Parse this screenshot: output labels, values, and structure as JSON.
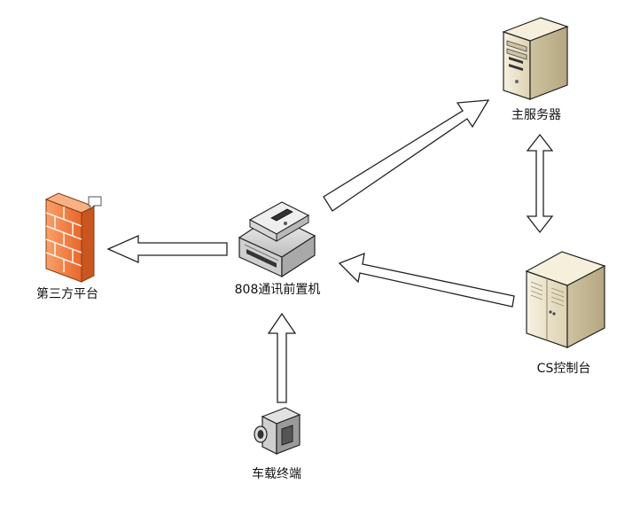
{
  "nodes": {
    "gateway": {
      "label": "808通讯前置机",
      "icon": "printer-gateway-icon"
    },
    "main_server": {
      "label": "主服务器",
      "icon": "tower-server-icon"
    },
    "cs_console": {
      "label": "CS控制台",
      "icon": "server-cabinet-icon"
    },
    "third_party": {
      "label": "第三方平台",
      "icon": "firewall-icon"
    },
    "vehicle_terminal": {
      "label": "车载终端",
      "icon": "camcorder-icon"
    }
  },
  "connections": [
    {
      "from": "gateway",
      "to": "main_server"
    },
    {
      "from": "main_server",
      "to": "cs_console",
      "bidirectional": true
    },
    {
      "from": "cs_console",
      "to": "gateway"
    },
    {
      "from": "gateway",
      "to": "third_party"
    },
    {
      "from": "vehicle_terminal",
      "to": "gateway"
    }
  ],
  "colors": {
    "firewall": "#f07a3a",
    "server_beige": "#e9e0c6",
    "outline": "#222222"
  }
}
